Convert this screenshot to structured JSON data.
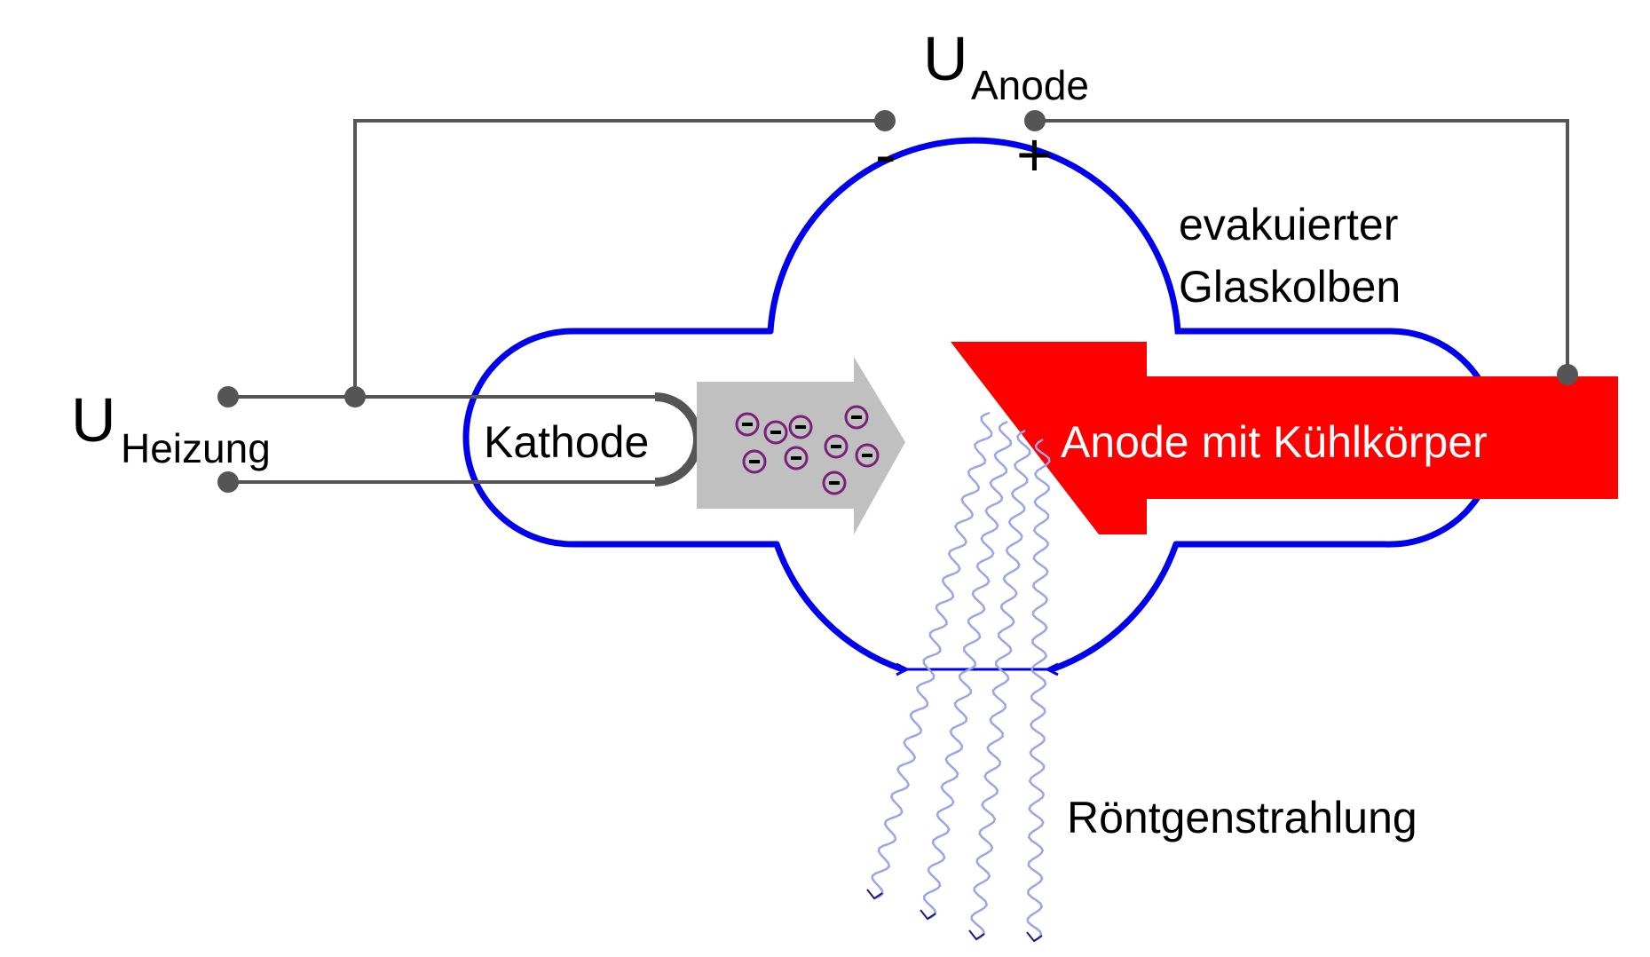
{
  "labels": {
    "u_anode_main": "U",
    "u_anode_sub": "Anode",
    "minus_sign": "-",
    "plus_sign": "+",
    "u_heizung_main": "U",
    "u_heizung_sub": "Heizung",
    "glass_line1": "evakuierter",
    "glass_line2": "Glaskolben",
    "cathode": "Kathode",
    "anode": "Anode mit Kühlkörper",
    "xray": "Röntgenstrahlung"
  },
  "colors": {
    "glass": "#0000ee",
    "wire": "#555555",
    "anode": "#ff0000",
    "beam": "#c0c0c0",
    "electron": "#7a1f7a",
    "xray": "#9aa6e6"
  },
  "electron_symbol": "−"
}
